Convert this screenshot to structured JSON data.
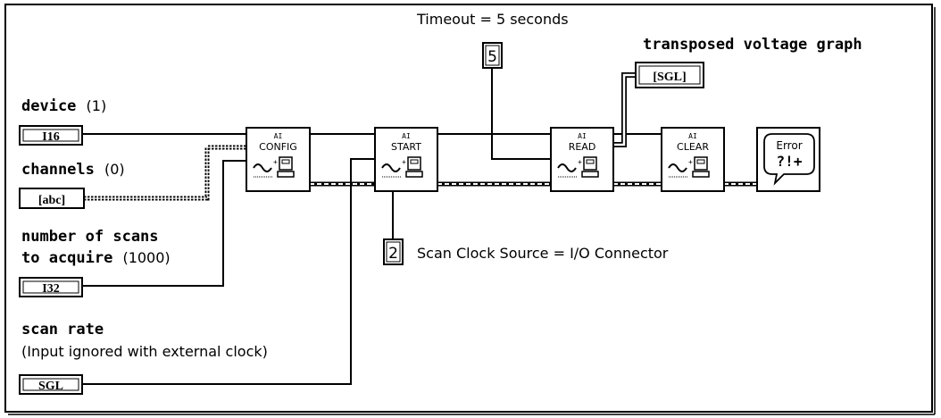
{
  "labels": {
    "timeout": "Timeout = 5 seconds",
    "transposed": "transposed voltage graph",
    "device_bold": "device",
    "device_val": "(1)",
    "channels_bold": "channels",
    "channels_val": "(0)",
    "scans_line1": "number of scans",
    "scans_line2_bold": "to acquire",
    "scans_line2_val": "(1000)",
    "scanrate_bold": "scan rate",
    "scanrate_note": "(Input ignored with external clock)",
    "scan_clock": "Scan Clock Source = I/O Connector"
  },
  "terminals": {
    "device": "I16",
    "channels": "[abc]",
    "scans": "I32",
    "scanrate": "SGL",
    "transposed": "[SGL]"
  },
  "constants": {
    "timeout_value": "5",
    "clock_value": "2"
  },
  "vis": [
    {
      "top": "AI",
      "name": "CONFIG"
    },
    {
      "top": "AI",
      "name": "START"
    },
    {
      "top": "AI",
      "name": "READ"
    },
    {
      "top": "AI",
      "name": "CLEAR"
    }
  ],
  "error_vi": {
    "line1": "Error",
    "line2": "?!+"
  }
}
